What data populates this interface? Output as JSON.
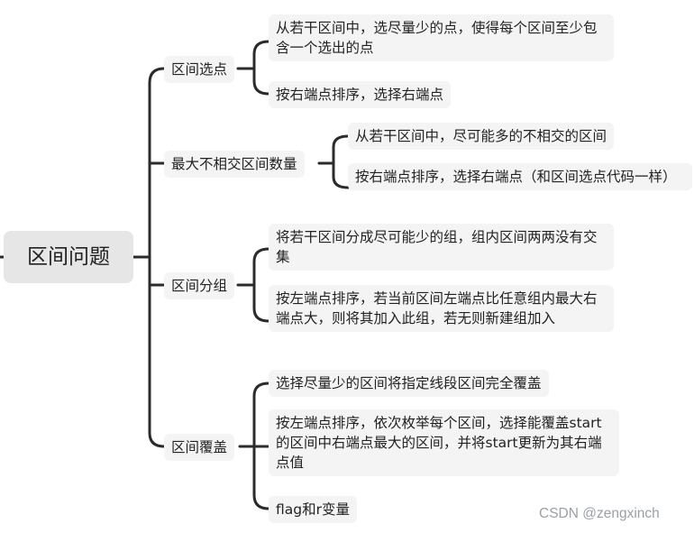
{
  "mindmap": {
    "root": "区间问题",
    "branches": [
      {
        "label": "区间选点",
        "children": [
          "从若干区间中，选尽量少的点，使得每个区间至少包含一个选出的点",
          "按右端点排序，选择右端点"
        ]
      },
      {
        "label": "最大不相交区间数量",
        "children": [
          "从若干区间中，尽可能多的不相交的区间",
          "按右端点排序，选择右端点（和区间选点代码一样）"
        ]
      },
      {
        "label": "区间分组",
        "children": [
          "将若干区间分成尽可能少的组，组内区间两两没有交集",
          "按左端点排序，若当前区间左端点比任意组内最大右端点大，则将其加入此组，若无则新建组加入"
        ]
      },
      {
        "label": "区间覆盖",
        "children": [
          "选择尽量少的区间将指定线段区间完全覆盖",
          "按左端点排序，依次枚举每个区间，选择能覆盖start的区间中右端点最大的区间，并将start更新为其右端点值",
          "flag和r变量"
        ]
      }
    ]
  },
  "watermark": "CSDN @zengxinch",
  "colors": {
    "line": "#2b2b2b",
    "node_bg": "#f4f4f4",
    "root_bg": "#e6e6e6"
  }
}
